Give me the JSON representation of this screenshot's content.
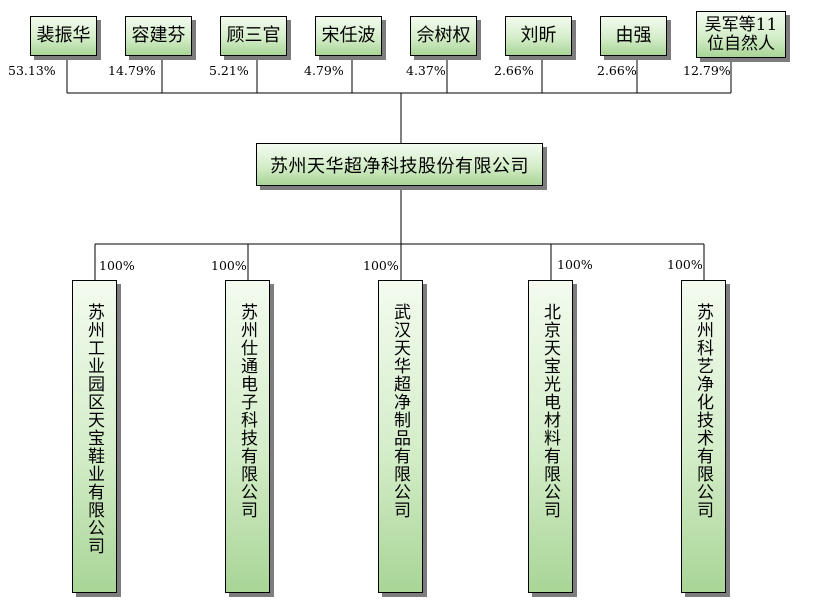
{
  "shareholders": [
    {
      "name": "裴振华",
      "pct": "53.13%"
    },
    {
      "name": "容建芬",
      "pct": "14.79%"
    },
    {
      "name": "顾三官",
      "pct": "5.21%"
    },
    {
      "name": "宋任波",
      "pct": "4.79%"
    },
    {
      "name": "佘树权",
      "pct": "4.37%"
    },
    {
      "name": "刘昕",
      "pct": "2.66%"
    },
    {
      "name": "由强",
      "pct": "2.66%"
    },
    {
      "name": "吴军等11\n位自然人",
      "pct": "12.79%"
    }
  ],
  "company": "苏州天华超净科技股份有限公司",
  "subsidiaries": [
    {
      "name": "苏州工业园区天宝鞋业有限公司",
      "pct": "100%"
    },
    {
      "name": "苏州仕通电子科技有限公司",
      "pct": "100%"
    },
    {
      "name": "武汉天华超净制品有限公司",
      "pct": "100%"
    },
    {
      "name": "北京天宝光电材料有限公司",
      "pct": "100%"
    },
    {
      "name": "苏州科艺净化技术有限公司",
      "pct": "100%"
    }
  ]
}
